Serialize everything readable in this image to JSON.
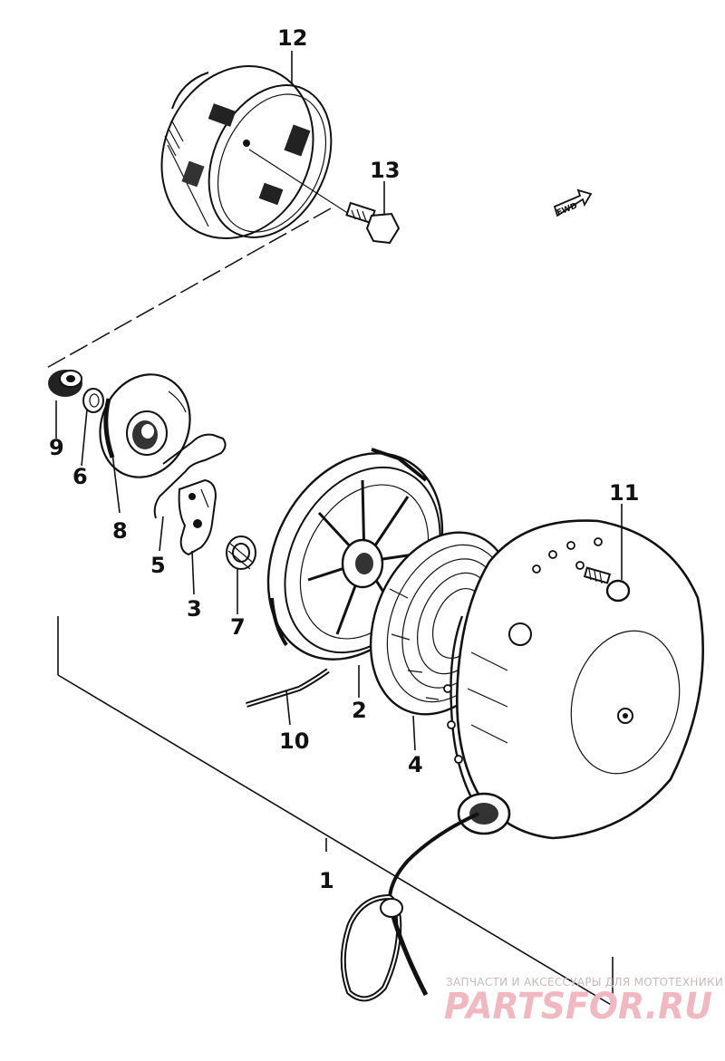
{
  "diagram": {
    "fwd_label": "FWD",
    "callouts": [
      {
        "id": "c1",
        "label": "1"
      },
      {
        "id": "c2",
        "label": "2"
      },
      {
        "id": "c3",
        "label": "3"
      },
      {
        "id": "c4",
        "label": "4"
      },
      {
        "id": "c5",
        "label": "5"
      },
      {
        "id": "c6",
        "label": "6"
      },
      {
        "id": "c7",
        "label": "7"
      },
      {
        "id": "c8",
        "label": "8"
      },
      {
        "id": "c9",
        "label": "9"
      },
      {
        "id": "c10",
        "label": "10"
      },
      {
        "id": "c11",
        "label": "11"
      },
      {
        "id": "c12",
        "label": "12"
      },
      {
        "id": "c13",
        "label": "13"
      }
    ]
  },
  "watermark": {
    "tagline": "ЗАПЧАСТИ И АКСЕССУАРЫ ДЛЯ МОТОТЕХНИКИ",
    "logo_text": "PARTSFOR.RU",
    "color": "#f0b8c0"
  }
}
